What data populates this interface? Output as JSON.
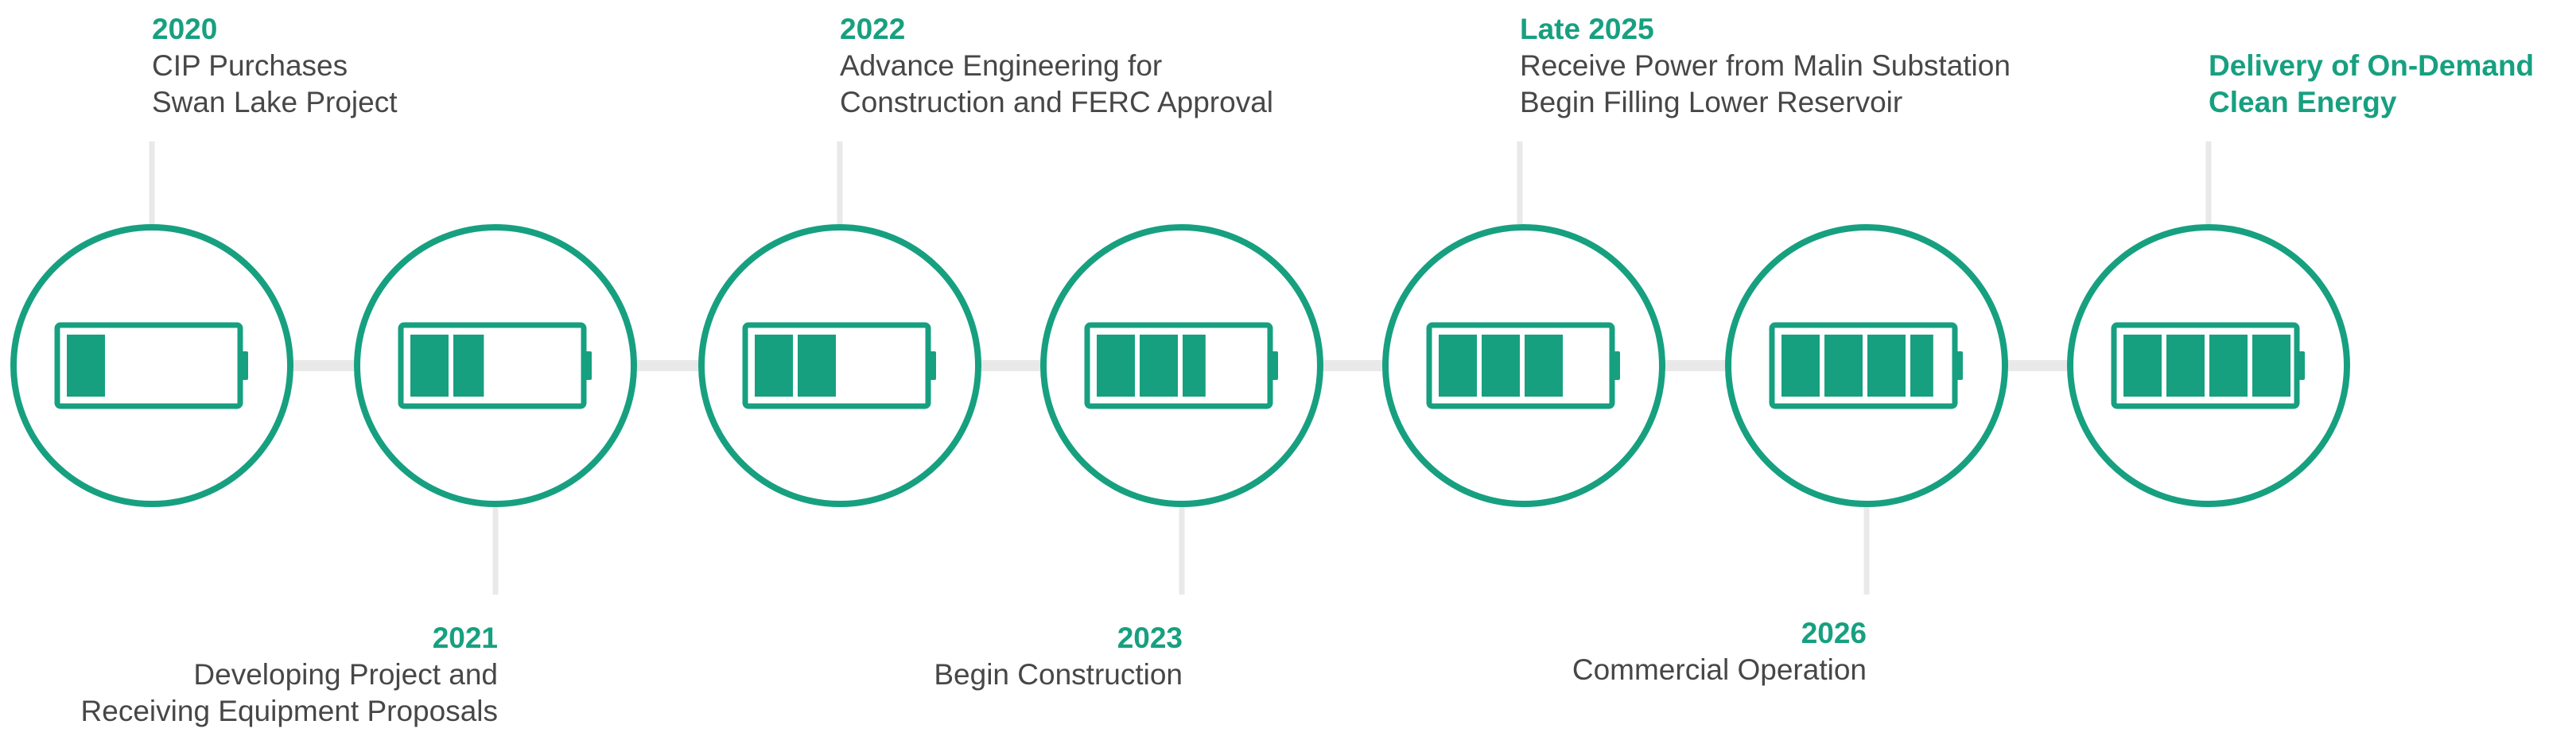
{
  "colors": {
    "accent": "#17a080",
    "connector": "#e9e9e9",
    "text": "#474747"
  },
  "milestones": [
    {
      "year": "2020",
      "lines": [
        "CIP Purchases",
        "Swan Lake Project"
      ],
      "charge_segments": 1
    },
    {
      "year": "2021",
      "lines": [
        "Developing Project and",
        "Receiving Equipment Proposals"
      ],
      "charge_segments": 1.8
    },
    {
      "year": "2022",
      "lines": [
        "Advance Engineering for",
        "Construction and FERC Approval"
      ],
      "charge_segments": 2
    },
    {
      "year": "2023",
      "lines": [
        "Begin Construction"
      ],
      "charge_segments": 2.6
    },
    {
      "year": "Late 2025",
      "lines": [
        "Receive Power from Malin Substation",
        "Begin Filling Lower Reservoir"
      ],
      "charge_segments": 3
    },
    {
      "year": "2026",
      "lines": [
        "Commercial Operation"
      ],
      "charge_segments": 3.6
    },
    {
      "year": "",
      "lines": [],
      "charge_segments": 4
    }
  ],
  "final_label": {
    "lines": [
      "Delivery of On-Demand",
      "Clean Energy"
    ]
  }
}
